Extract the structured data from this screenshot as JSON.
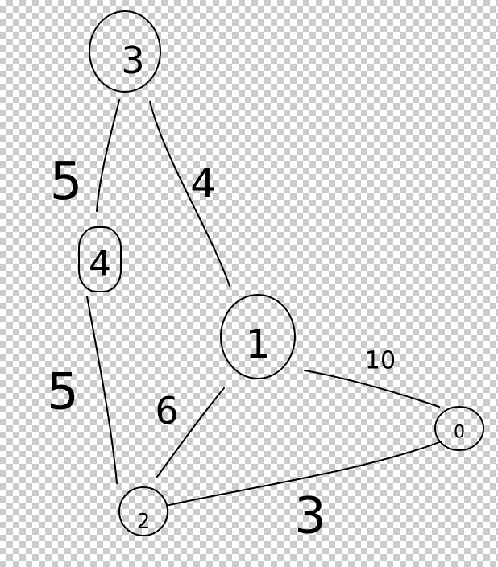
{
  "graph": {
    "nodes": [
      {
        "id": "n3",
        "label": "3"
      },
      {
        "id": "n4",
        "label": "4"
      },
      {
        "id": "n1",
        "label": "1"
      },
      {
        "id": "n2",
        "label": "2"
      },
      {
        "id": "n0",
        "label": "0"
      }
    ],
    "edges": [
      {
        "id": "e3-4",
        "from": "3",
        "to": "4",
        "weight": "5"
      },
      {
        "id": "e3-1",
        "from": "3",
        "to": "1",
        "weight": "4"
      },
      {
        "id": "e4-2",
        "from": "4",
        "to": "2",
        "weight": "5"
      },
      {
        "id": "e1-2",
        "from": "1",
        "to": "2",
        "weight": "6"
      },
      {
        "id": "e1-0",
        "from": "1",
        "to": "0",
        "weight": "10"
      },
      {
        "id": "e2-0",
        "from": "2",
        "to": "0",
        "weight": "3"
      }
    ],
    "ink_color": "#000000"
  }
}
